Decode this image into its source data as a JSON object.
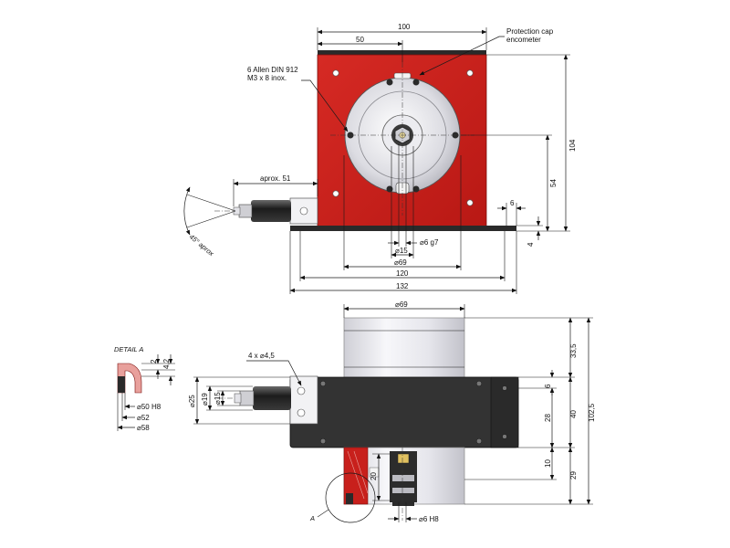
{
  "colors": {
    "housing_red": "#c8201c",
    "plate_dark": "#2a2a2a",
    "body_black": "#333333",
    "drum_grey": "#e8e8ec"
  },
  "front_view": {
    "dim_overall_width": "100",
    "dim_half_width": "50",
    "protection_cap_note_line1": "Protection cap",
    "protection_cap_note_line2": "encometer",
    "allen_note_line1": "6 Allen DIN 912",
    "allen_note_line2": "M3 x 8 inox.",
    "dim_height": "104",
    "dim_axis_height": "54",
    "dim_flange_offset": "6",
    "dim_base_thickness": "4",
    "dim_connector": "aprox. 51",
    "angle_note": "45° aprox",
    "dim_shaft": "⌀6 g7",
    "dim_boss": "⌀15",
    "dim_pilot": "⌀69",
    "dim_hole_spacing": "120",
    "dim_base_width": "132"
  },
  "side_view": {
    "dim_drum_dia": "⌀69",
    "holes_note": "4 x ⌀4,5",
    "dim_25": "⌀25",
    "dim_19": "⌀19",
    "dim_15": "⌀15",
    "dim_33_5": "33,5",
    "dim_6": "6",
    "dim_28": "28",
    "dim_40": "40",
    "dim_102_5": "102,5",
    "dim_10": "10",
    "dim_20": "20",
    "dim_29": "29",
    "dim_shaft_bore": "⌀6 H8",
    "detail_marker": "A"
  },
  "detail_a": {
    "title": "DETAIL A",
    "dim_2": "2",
    "dim_4_2": "4,2",
    "dim_50": "⌀50 H8",
    "dim_52": "⌀52",
    "dim_58": "⌀58"
  }
}
